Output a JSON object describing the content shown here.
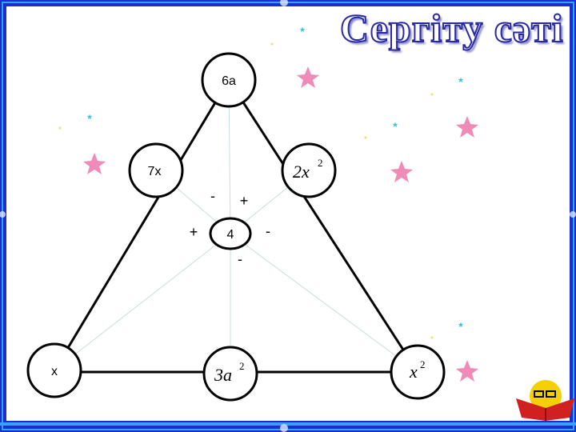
{
  "title": "Сергіту сәті",
  "nodes": {
    "top": "6a",
    "upper_left": "7x",
    "upper_right_base": "2x",
    "upper_right_exp": "2",
    "center": "4",
    "bottom_left": "x",
    "bottom_middle_base": "3a",
    "bottom_middle_exp": "2",
    "bottom_right_base": "x",
    "bottom_right_exp": "2"
  },
  "signs": {
    "upper_left": "-",
    "upper_right": "+",
    "left": "+",
    "right": "-",
    "bottom": "-"
  },
  "colors": {
    "frame": "#1a2fd0",
    "frame_light": "#3aa0ff",
    "star": "#f08ab8",
    "asterisk": "#30c0e0",
    "title_outline": "#2a2aa0"
  },
  "icons": {
    "mascot": "reading-smiley-icon"
  }
}
